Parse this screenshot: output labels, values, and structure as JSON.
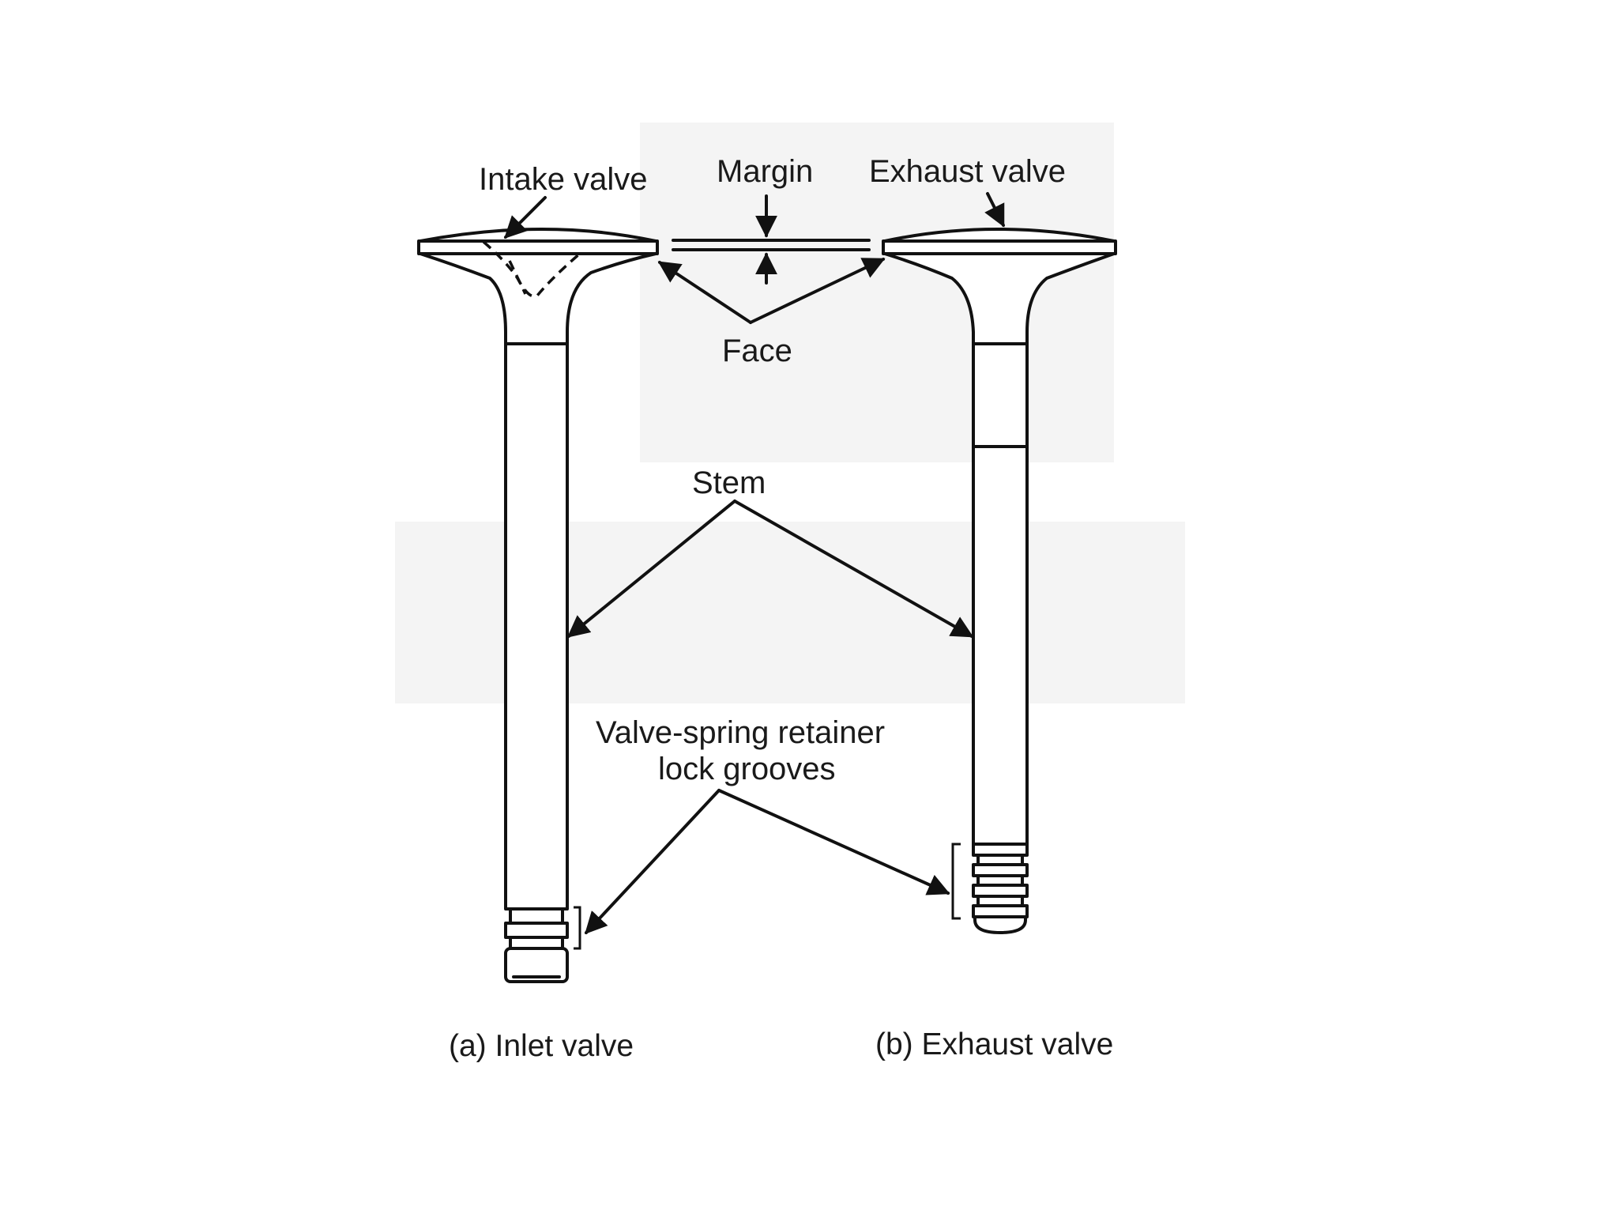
{
  "labels": {
    "intake_valve": "Intake valve",
    "margin": "Margin",
    "exhaust_valve": "Exhaust valve",
    "face": "Face",
    "stem": "Stem",
    "lock_grooves_line1": "Valve-spring retainer",
    "lock_grooves_line2": "lock grooves"
  },
  "captions": {
    "inlet": "(a) Inlet valve",
    "exhaust": "(b) Exhaust valve"
  },
  "colors": {
    "ink": "#111111",
    "background": "#ffffff",
    "watermark": "#f4f4f4"
  }
}
